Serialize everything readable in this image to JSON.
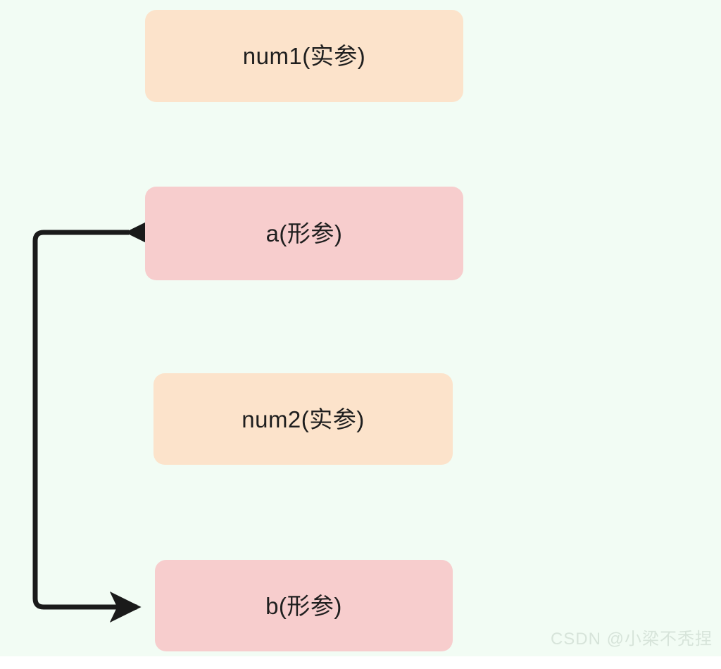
{
  "diagram": {
    "type": "parameter-passing-diagram",
    "background_color": "#f2fcf4",
    "nodes": [
      {
        "id": "num1",
        "label": "num1(实参)",
        "role": "actual-argument",
        "color": "#fce3cb"
      },
      {
        "id": "a",
        "label": "a(形参)",
        "role": "formal-parameter",
        "color": "#f7cdcd"
      },
      {
        "id": "num2",
        "label": "num2(实参)",
        "role": "actual-argument",
        "color": "#fce3cb"
      },
      {
        "id": "b",
        "label": "b(形参)",
        "role": "formal-parameter",
        "color": "#f7cdcd"
      }
    ],
    "connector": {
      "style": "bracket",
      "stroke_color": "#1a1a1a",
      "arrow_targets": [
        "a",
        "b"
      ]
    }
  },
  "watermark": {
    "text": "CSDN @小梁不秃捏",
    "color": "#d7e4da"
  }
}
